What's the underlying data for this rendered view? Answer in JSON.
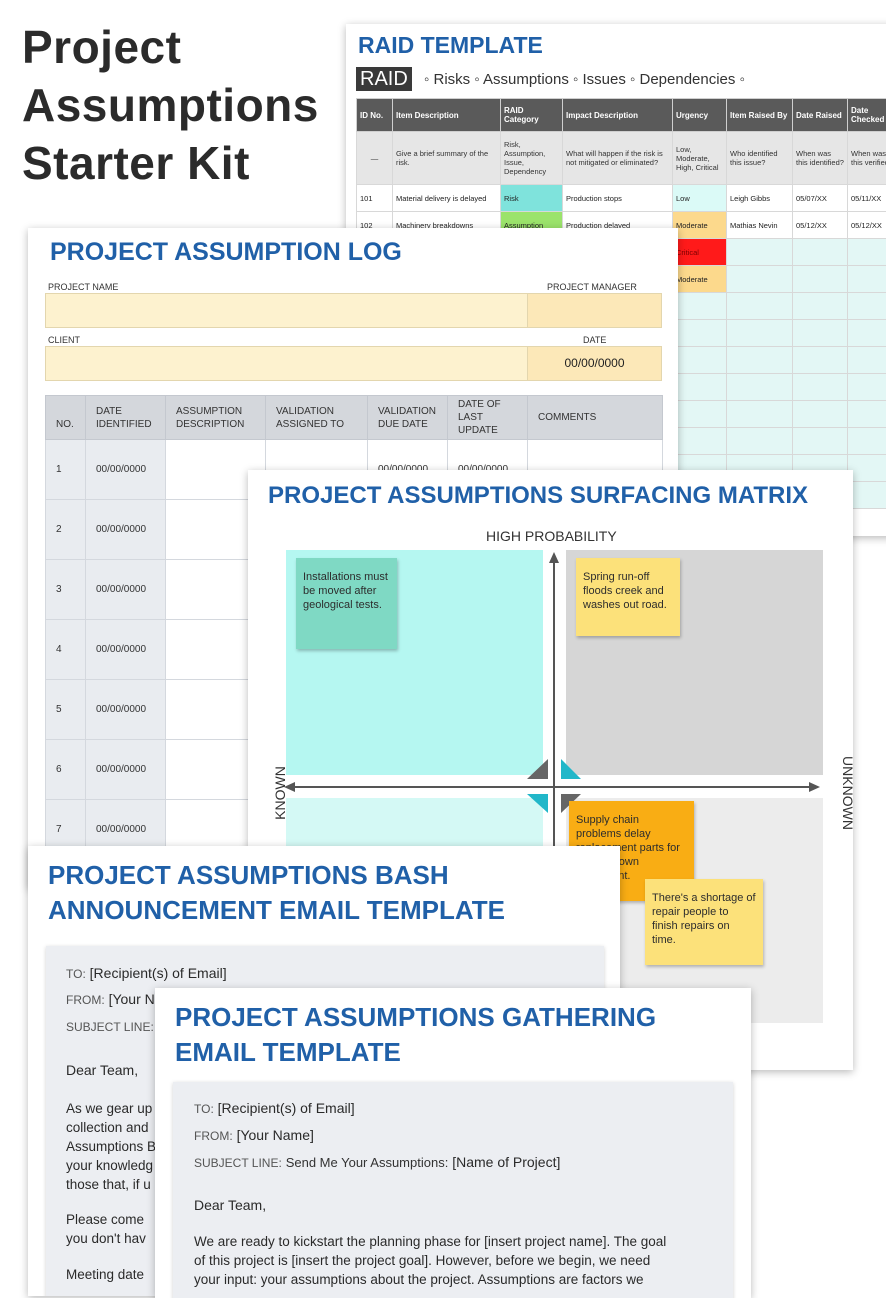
{
  "kit_title": [
    "Project",
    "Assumptions",
    "Starter Kit"
  ],
  "raid": {
    "title": "RAID TEMPLATE",
    "badge": "RAID",
    "legend": "◦ Risks ◦ Assumptions ◦ Issues ◦ Dependencies ◦",
    "headers": [
      "ID No.",
      "Item Description",
      "RAID Category",
      "Impact Description",
      "Urgency",
      "Item Raised By",
      "Date Raised",
      "Date Checked"
    ],
    "desc_row": [
      "—",
      "Give a brief summary of the risk.",
      "Risk, Assumption, Issue, Dependency",
      "What will happen if the risk is not mitigated or eliminated?",
      "Low, Moderate, High, Critical",
      "Who identified this issue?",
      "When was this identified?",
      "When was this verified"
    ],
    "rows": [
      [
        "101",
        "Material delivery is delayed",
        "Risk",
        "Production stops",
        "Low",
        "Leigh Gibbs",
        "05/07/XX",
        "05/11/XX"
      ],
      [
        "102",
        "Machinery breakdowns",
        "Assumption",
        "Production delayed",
        "Moderate",
        "Mathias Nevin",
        "05/12/XX",
        "05/12/XX"
      ],
      [
        "",
        "",
        "",
        "",
        "Critical",
        "",
        "",
        ""
      ],
      [
        "",
        "",
        "",
        "",
        "Moderate",
        "",
        "",
        ""
      ]
    ],
    "colors": {
      "header": "#5a5a5a",
      "risk": "#7fe3dc",
      "assumption": "#9be36b",
      "low": "#dbfaf7",
      "moderate": "#fcd98c",
      "critical": "#ff1a1a",
      "teal_fill": "#e3f7f5"
    }
  },
  "log": {
    "title": "PROJECT ASSUMPTION LOG",
    "project_name_label": "PROJECT NAME",
    "project_manager_label": "PROJECT MANAGER",
    "client_label": "CLIENT",
    "date_label": "DATE",
    "date_value": "00/00/0000",
    "headers": [
      "NO.",
      "DATE IDENTIFIED",
      "ASSUMPTION DESCRIPTION",
      "VALIDATION ASSIGNED TO",
      "VALIDATION DUE DATE",
      "DATE OF LAST UPDATE",
      "COMMENTS"
    ],
    "rows": [
      [
        "1",
        "00/00/0000",
        "",
        "",
        "00/00/0000",
        "00/00/0000",
        ""
      ],
      [
        "2",
        "00/00/0000",
        "",
        "",
        "",
        "",
        ""
      ],
      [
        "3",
        "00/00/0000",
        "",
        "",
        "",
        "",
        ""
      ],
      [
        "4",
        "00/00/0000",
        "",
        "",
        "",
        "",
        ""
      ],
      [
        "5",
        "00/00/0000",
        "",
        "",
        "",
        "",
        ""
      ],
      [
        "6",
        "00/00/0000",
        "",
        "",
        "",
        "",
        ""
      ],
      [
        "7",
        "00/00/0000",
        "",
        "",
        "",
        "",
        ""
      ]
    ]
  },
  "matrix": {
    "title": "PROJECT ASSUMPTIONS SURFACING MATRIX",
    "top_label": "HIGH PROBABILITY",
    "left_label": "KNOWN",
    "right_label": "UNKNOWN",
    "notes": [
      "Installations must be moved after geological tests.",
      "Spring run-off floods creek and washes out road.",
      "Supply chain problems delay replacement parts for broken down equipment.",
      "There's a shortage of repair people to finish repairs on time."
    ],
    "colors": {
      "teal_quad": "#b5f7f1",
      "grey_quad": "#d6d6d6",
      "light_grey_quad": "#ececec",
      "teal_note": "#7fd9c4",
      "yellow_note": "#fce17a",
      "orange_note": "#f9ad14"
    }
  },
  "bash": {
    "title": [
      "PROJECT ASSUMPTIONS BASH",
      "ANNOUNCEMENT EMAIL TEMPLATE"
    ],
    "to_label": "TO:",
    "to_value": "[Recipient(s) of Email]",
    "from_label": "FROM:",
    "from_value": "[Your Name]",
    "subject_label": "SUBJECT LINE:",
    "greeting": "Dear Team,",
    "para1": [
      "As we gear up",
      "collection and",
      "Assumptions B",
      "your knowledg",
      "those that, if u"
    ],
    "para2": [
      "Please come",
      "you don't hav"
    ],
    "meeting": "Meeting date"
  },
  "gather": {
    "title": [
      "PROJECT ASSUMPTIONS GATHERING",
      "EMAIL TEMPLATE"
    ],
    "to_label": "TO:",
    "to_value": "[Recipient(s) of Email]",
    "from_label": "FROM:",
    "from_value": "[Your Name]",
    "subject_label": "SUBJECT LINE:",
    "subject_prefix": "Send Me Your Assumptions:",
    "subject_value": "[Name of Project]",
    "greeting": "Dear Team,",
    "body": [
      "We are ready to kickstart the planning phase for [insert project name]. The goal",
      "of this project is [insert the project goal]. However, before we begin, we need",
      "your input: your assumptions about the project. Assumptions are factors we"
    ]
  }
}
